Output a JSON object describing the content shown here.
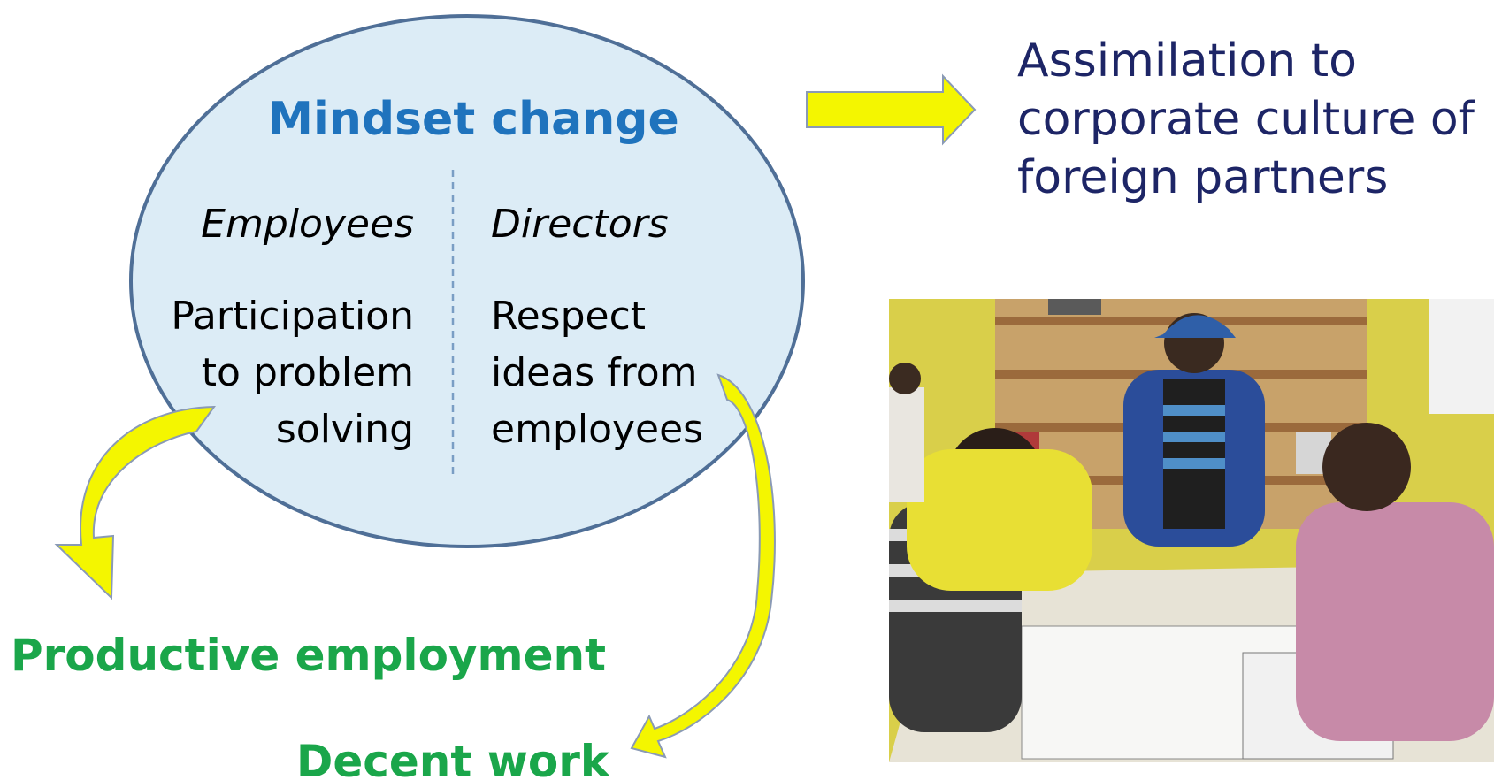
{
  "ellipse": {
    "title": "Mindset change",
    "left_header": "Employees",
    "right_header": "Directors",
    "left_lines": [
      "Participation",
      "to problem",
      "solving"
    ],
    "right_lines": [
      "Respect",
      "ideas from",
      "employees"
    ]
  },
  "outcome_right": {
    "lines": [
      "Assimilation to",
      "corporate culture of",
      "foreign partners"
    ]
  },
  "outcome_bottom_left": "Productive employment",
  "outcome_bottom_center": "Decent work",
  "colors": {
    "ellipse_fill": "#dcecf6",
    "ellipse_stroke": "#4f6f97",
    "title_blue": "#1f73bd",
    "navy_text": "#1d2566",
    "green_text": "#1aa64a",
    "arrow_yellow": "#f4f600",
    "arrow_outline": "#8a9ab5",
    "divider": "#7a9ec4"
  },
  "icons": {
    "main_arrow": "right-arrow-icon",
    "curved_arrow_left": "curved-arrow-down-icon",
    "curved_arrow_right": "curved-arrow-down-left-icon"
  }
}
